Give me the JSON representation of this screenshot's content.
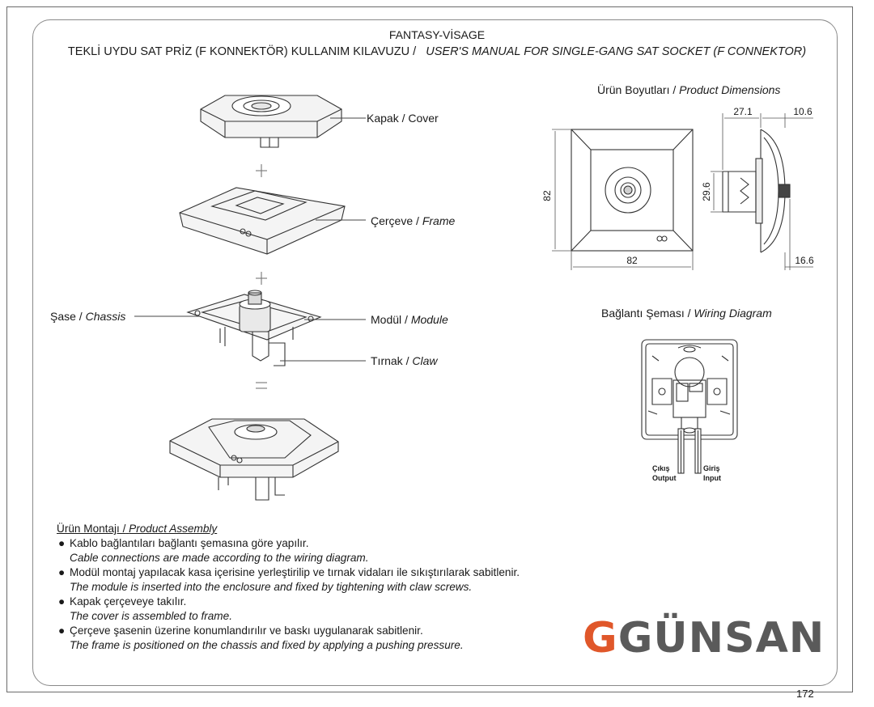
{
  "header": {
    "brand_line": "FANTASY-VİSAGE",
    "title_tr": "TEKLİ UYDU SAT PRİZ (F KONNEKTÖR) KULLANIM KILAVUZU /",
    "title_en": "USER'S MANUAL FOR  SINGLE-GANG SAT SOCKET (F CONNEKTOR)"
  },
  "exploded_view": {
    "cover": {
      "tr": "Kapak /",
      "en": "Cover"
    },
    "frame": {
      "tr": "Çerçeve /",
      "en": "Frame"
    },
    "chassis": {
      "tr": "Şase /",
      "en": "Chassis"
    },
    "module": {
      "tr": "Modül /",
      "en": "Module"
    },
    "claw": {
      "tr": "Tırnak /",
      "en": "Claw"
    },
    "plus1": "+",
    "plus2": "+",
    "equals": "="
  },
  "dimensions": {
    "heading_tr": "Ürün Boyutları /",
    "heading_en": "Product Dimensions",
    "height": "82",
    "width": "82",
    "depth_front": "27.1",
    "depth_cover": "10.6",
    "module_height": "29.6",
    "depth_total": "16.6"
  },
  "wiring": {
    "heading_tr": "Bağlantı Şeması /",
    "heading_en": "Wiring Diagram",
    "output_tr": "Çıkış",
    "output_en": "Output",
    "input_tr": "Giriş",
    "input_en": "Input"
  },
  "assembly": {
    "heading_tr": "Ürün Montajı  /",
    "heading_en": "Product Assembly",
    "steps": [
      {
        "tr": "Kablo bağlantıları bağlantı şemasına göre yapılır.",
        "en": "Cable connections are made according to the wiring diagram."
      },
      {
        "tr": "Modül montaj yapılacak kasa içerisine yerleştirilip ve tırnak vidaları ile sıkıştırılarak sabitlenir.",
        "en": "The module is inserted into the enclosure and fixed by tightening with claw screws."
      },
      {
        "tr": "Kapak çerçeveye takılır.",
        "en": "The cover is assembled to frame."
      },
      {
        "tr": "Çerçeve şasenin üzerine konumlandırılır ve baskı uygulanarak sabitlenir.",
        "en": "The frame is positioned on the chassis and fixed by applying a pushing pressure."
      }
    ],
    "bullet": "●"
  },
  "logo": {
    "mark": "G",
    "text": "GÜNSAN",
    "accent": "#e0572a",
    "gray": "#5a5a5a"
  },
  "page_number": "172"
}
